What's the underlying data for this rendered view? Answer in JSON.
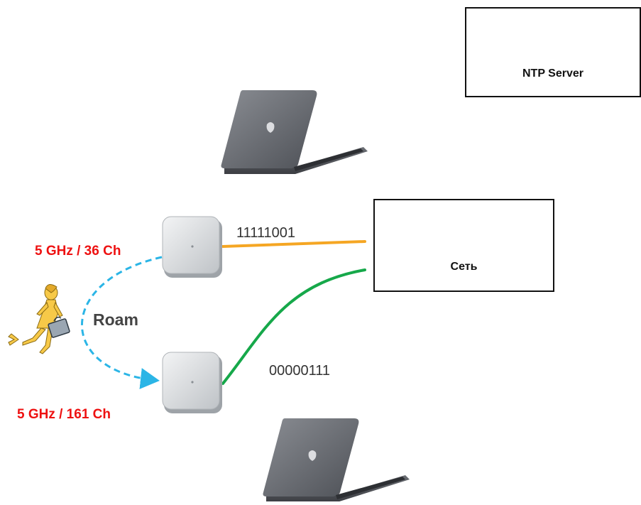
{
  "nodes": {
    "ntp_server": {
      "label": "NTP Server"
    },
    "network": {
      "label": "Сеть"
    }
  },
  "links": {
    "ap1_to_network": {
      "label": "11111001",
      "color": "#f5a623"
    },
    "ap2_to_network": {
      "label": "00000111",
      "color": "#16a84a"
    }
  },
  "access_points": {
    "ap1": {
      "label": "5 GHz / 36 Ch",
      "label_color": "#ee1111"
    },
    "ap2": {
      "label": "5 GHz / 161 Ch",
      "label_color": "#ee1111"
    }
  },
  "roam": {
    "label": "Roam",
    "color": "#2bb5e6"
  },
  "icons": {
    "client": "walking-person-icon",
    "access_point": "access-point-icon",
    "laptop": "laptop-icon"
  }
}
